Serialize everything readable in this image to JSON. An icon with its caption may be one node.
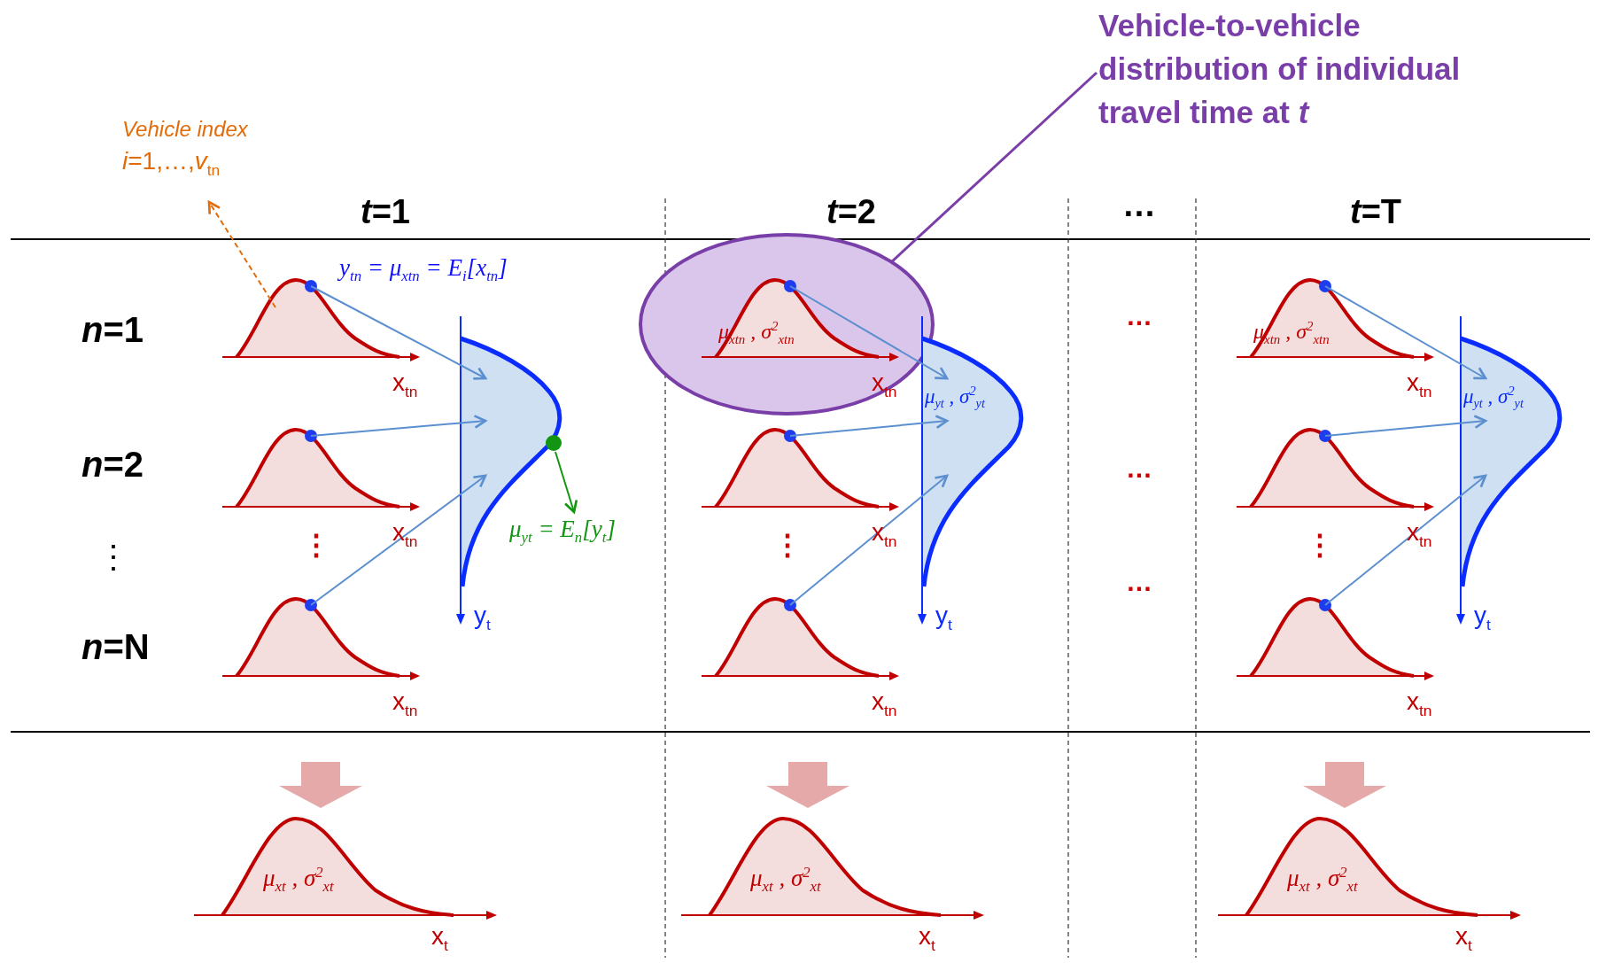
{
  "diagram": {
    "nodes": [
      {
        "text": [
          "Vehicle-to-vehicle distribution of individual travel time at *t*"
        ]
      },
      {
        "text": [
          "Vehicle index",
          "*i*=1,…,*v*$_{tn}$"
        ]
      },
      {
        "text": [],
        "shape": "ellipse"
      },
      {
        "text": [],
        "shape": "curve",
        "beside": [
          "x$_{tn}$"
        ]
      },
      {
        "text": [],
        "shape": "curve",
        "beside": [
          "x$_{tn}$"
        ]
      },
      {
        "text": [],
        "shape": "curve",
        "beside": [
          "x$_{tn}$"
        ]
      },
      {
        "text": [],
        "shape": "curve",
        "beside": [
          "y$_{t}$"
        ]
      },
      {
        "text": [],
        "shape": "circle"
      },
      {
        "text": [
          "μ$_{yt}$ = E$_{n}$[y$_{t}$]"
        ]
      },
      {
        "text": [
          "μ$_{xtn}$ , σ$^{2}$$_{xtn}$"
        ],
        "in": 2,
        "beside": [
          "x$_{tn}$"
        ]
      },
      {
        "text": [],
        "shape": "curve",
        "beside": [
          "x$_{tn}$"
        ]
      },
      {
        "text": [],
        "shape": "curve",
        "beside": [
          "x$_{tn}$"
        ]
      },
      {
        "text": [
          "μ$_{yt}$ , σ$^{2}$$_{yt}$"
        ],
        "beside": [
          "y$_{t}$"
        ]
      },
      {
        "text": [
          "μ$_{xtn}$ , σ$^{2}$$_{xtn}$"
        ],
        "beside": [
          "x$_{tn}$"
        ]
      },
      {
        "text": [],
        "shape": "curve",
        "beside": [
          "x$_{tn}$"
        ]
      },
      {
        "text": [],
        "shape": "curve",
        "beside": [
          "x$_{tn}$"
        ]
      },
      {
        "text": [
          "μ$_{yt}$ , σ$^{2}$$_{yt}$"
        ],
        "beside": [
          "y$_{t}$"
        ]
      },
      {
        "text": [
          "μ$_{xt}$ , σ$^{2}$$_{xt}$"
        ],
        "beside": [
          "x$_{t}$"
        ]
      },
      {
        "text": [
          "μ$_{xt}$ , σ$^{2}$$_{xt}$"
        ],
        "beside": [
          "x$_{t}$"
        ]
      },
      {
        "text": [
          "μ$_{xt}$ , σ$^{2}$$_{xt}$"
        ],
        "beside": [
          "x$_{t}$"
        ]
      }
    ],
    "edges": [
      {
        "from": 0,
        "to": 2,
        "arrow": "none",
        "color": "#7a3ea8"
      },
      {
        "from": 3,
        "to": 1,
        "arrow": "to",
        "style": "dashed",
        "color": "#e36c09"
      },
      {
        "from": 3,
        "to": 6,
        "arrow": "to"
      },
      {
        "from": 4,
        "to": 6,
        "arrow": "to"
      },
      {
        "from": 5,
        "to": 6,
        "arrow": "to"
      },
      {
        "from": 7,
        "to": 8,
        "arrow": "to",
        "color": "#129612"
      },
      {
        "from": 9,
        "to": 12,
        "arrow": "to"
      },
      {
        "from": 10,
        "to": 12,
        "arrow": "to"
      },
      {
        "from": 11,
        "to": 12,
        "arrow": "to"
      },
      {
        "from": 13,
        "to": 16,
        "arrow": "to"
      },
      {
        "from": 14,
        "to": 16,
        "arrow": "to"
      },
      {
        "from": 15,
        "to": 16,
        "arrow": "to"
      },
      {
        "from": null,
        "to": 17,
        "arrow": "to",
        "style": "thick",
        "color": "#e4a9a8"
      },
      {
        "from": null,
        "to": 18,
        "arrow": "to",
        "style": "thick",
        "color": "#e4a9a8"
      },
      {
        "from": null,
        "to": 19,
        "arrow": "to",
        "style": "thick",
        "color": "#e4a9a8"
      }
    ],
    "labels": [
      "*t*=1",
      "*t*=2",
      "…",
      "*t*=T",
      "y$_{tn}$ = μ$_{xtn}$ = E$_{i}$[x$_{tn}$]",
      "*n*=1",
      "…",
      "*n*=2",
      "…",
      "⋮",
      "⋮",
      "⋮",
      "⋮",
      "…",
      "*n*=N"
    ]
  }
}
